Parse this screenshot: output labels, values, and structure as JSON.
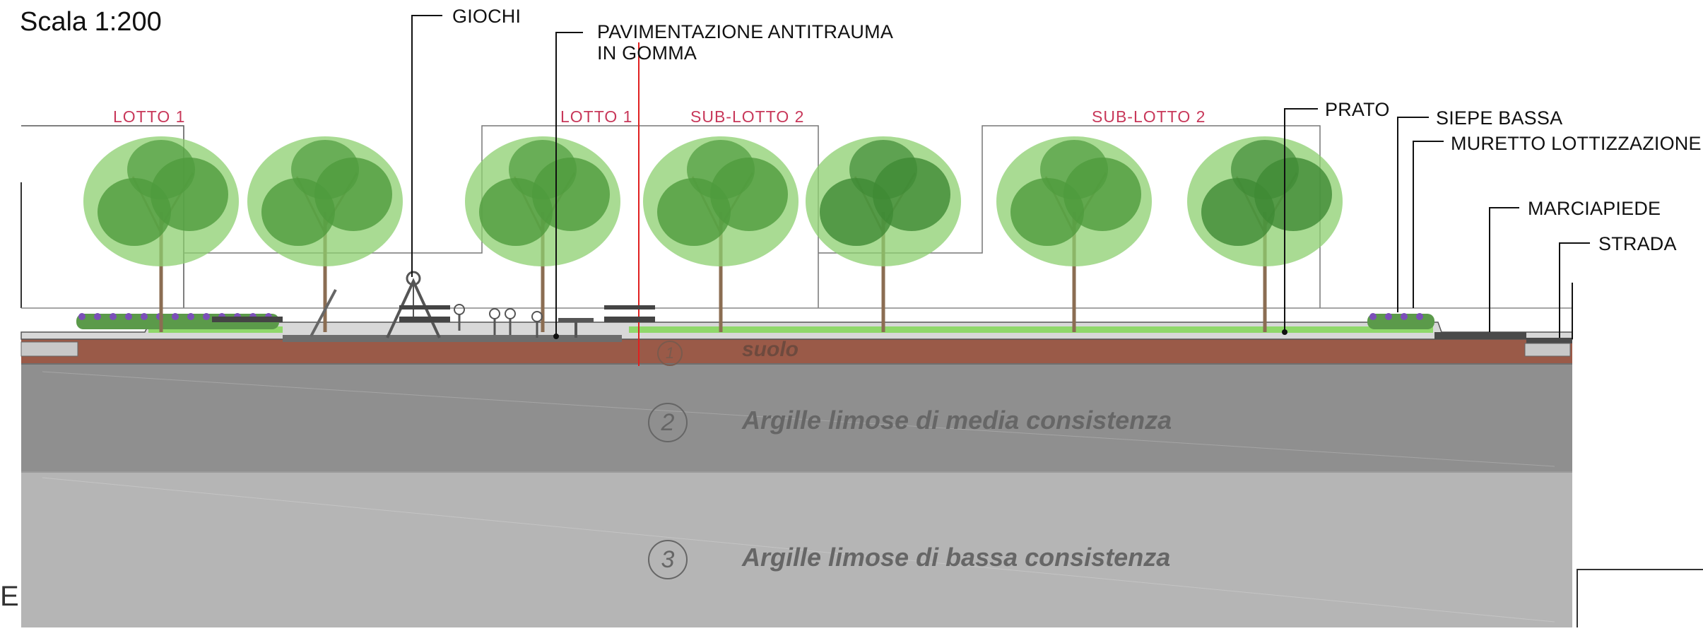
{
  "drawing": {
    "scale_text": "Scala 1:200",
    "edge_fragment": "E"
  },
  "callouts": {
    "giochi": "GIOCHI",
    "pavimentazione_line1": "PAVIMENTAZIONE ANTITRAUMA",
    "pavimentazione_line2": "IN GOMMA",
    "prato": "PRATO",
    "siepe_bassa": "SIEPE BASSA",
    "muretto": "MURETTO LOTTIZZAZIONE",
    "marciapiede": "MARCIAPIEDE",
    "strada": "STRADA"
  },
  "lots": {
    "lotto1_left": "LOTTO 1",
    "lotto1_mid": "LOTTO 1",
    "sublotto2_mid": "SUB-LOTTO 2",
    "sublotto2_right": "SUB-LOTTO 2"
  },
  "layers": [
    {
      "number": "1",
      "name": "suolo",
      "color": "#9a5a48"
    },
    {
      "number": "2",
      "name": "Argille limose di media consistenza",
      "color": "#8f8f8f"
    },
    {
      "number": "3",
      "name": "Argille limose di bassa consistenza",
      "color": "#b5b5b5"
    }
  ],
  "colors": {
    "lot_text": "#c8385a",
    "boundary_line": "#e02020",
    "grass": "#8fd86a",
    "tree_leaf": "#4f9b3d",
    "tree_leaf_light": "#8ccf6f"
  }
}
